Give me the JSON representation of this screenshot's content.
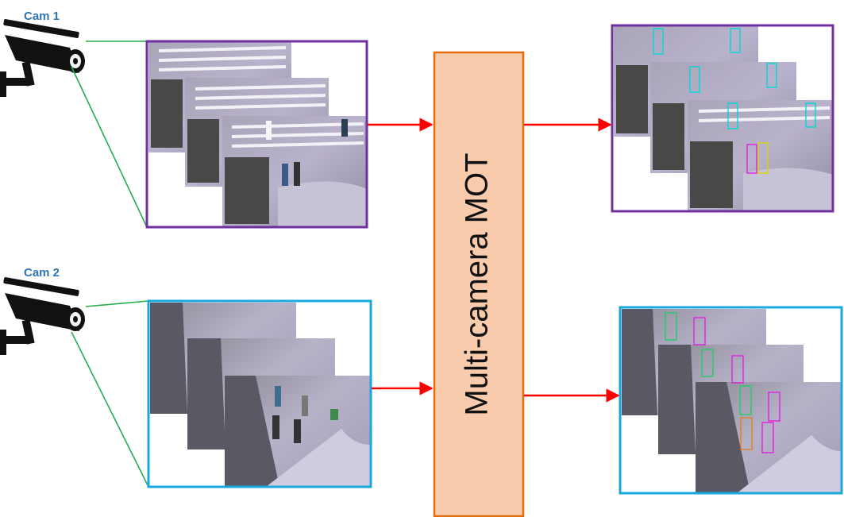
{
  "cameras": [
    {
      "label": "Cam 1",
      "icon": "security-camera-icon"
    },
    {
      "label": "Cam 2",
      "icon": "security-camera-icon"
    }
  ],
  "center_block": {
    "label": "Multi-camera MOT"
  },
  "colors": {
    "cam1_border": "#7030a0",
    "cam2_border": "#1aa7e0",
    "center_fill": "#f8cbad",
    "center_border": "#e46c0a",
    "arrow": "#ff0000",
    "fov_line": "#22b04c",
    "label": "#2e75b6"
  }
}
